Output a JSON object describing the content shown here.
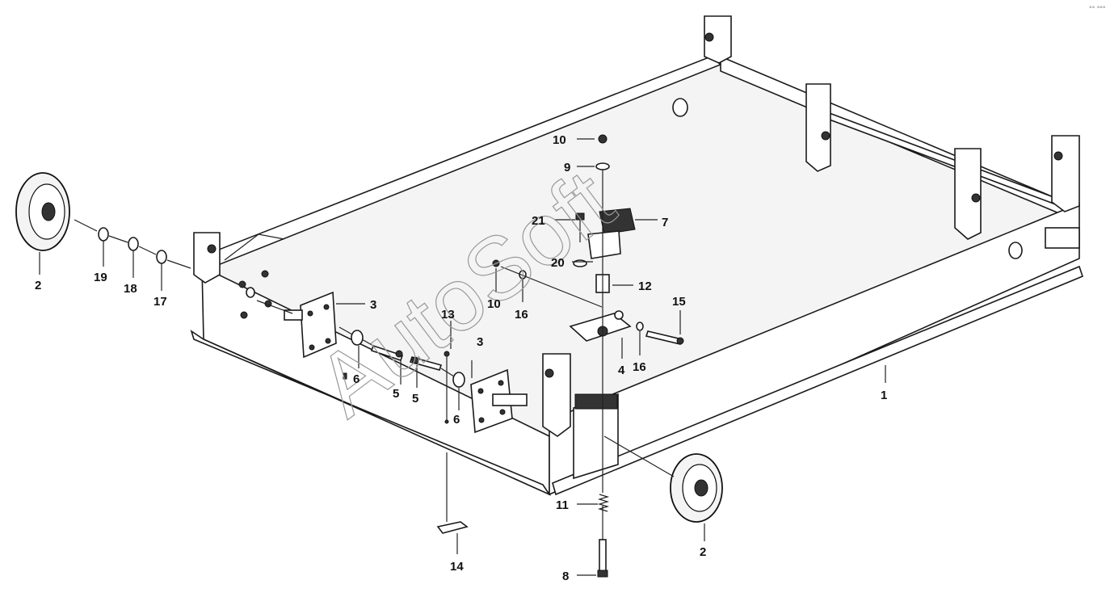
{
  "watermark": "AutoSoft",
  "corner_mark": "°° °°°",
  "callouts": [
    {
      "id": "c1",
      "text": "1"
    },
    {
      "id": "c2a",
      "text": "2"
    },
    {
      "id": "c2b",
      "text": "2"
    },
    {
      "id": "c3a",
      "text": "3"
    },
    {
      "id": "c3b",
      "text": "3"
    },
    {
      "id": "c4",
      "text": "4"
    },
    {
      "id": "c5a",
      "text": "5"
    },
    {
      "id": "c5b",
      "text": "5"
    },
    {
      "id": "c6a",
      "text": "6"
    },
    {
      "id": "c6b",
      "text": "6"
    },
    {
      "id": "c7",
      "text": "7"
    },
    {
      "id": "c8",
      "text": "8"
    },
    {
      "id": "c9",
      "text": "9"
    },
    {
      "id": "c10a",
      "text": "10"
    },
    {
      "id": "c10b",
      "text": "10"
    },
    {
      "id": "c11",
      "text": "11"
    },
    {
      "id": "c12",
      "text": "12"
    },
    {
      "id": "c13",
      "text": "13"
    },
    {
      "id": "c14",
      "text": "14"
    },
    {
      "id": "c15",
      "text": "15"
    },
    {
      "id": "c16a",
      "text": "16"
    },
    {
      "id": "c16b",
      "text": "16"
    },
    {
      "id": "c17",
      "text": "17"
    },
    {
      "id": "c18",
      "text": "18"
    },
    {
      "id": "c19",
      "text": "19"
    },
    {
      "id": "c20",
      "text": "20"
    },
    {
      "id": "c21",
      "text": "21"
    }
  ]
}
